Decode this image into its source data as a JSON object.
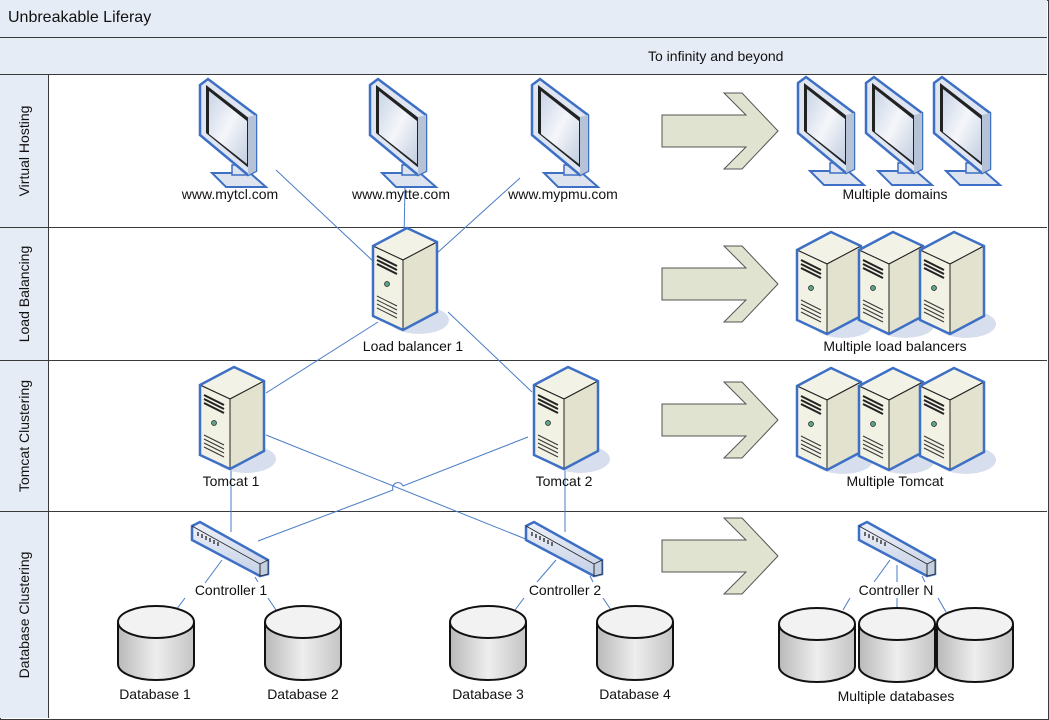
{
  "title": "Unbreakable Liferay",
  "phase_label": "To infinity and beyond",
  "lanes": [
    {
      "id": "virtual-hosting",
      "label": "Virtual Hosting"
    },
    {
      "id": "load-balancing",
      "label": "Load Balancing"
    },
    {
      "id": "tomcat-clustering",
      "label": "Tomcat Clustering"
    },
    {
      "id": "database-clustering",
      "label": "Database Clustering"
    }
  ],
  "nodes": {
    "domain1": "www.mytcl.com",
    "domain2": "www.mytte.com",
    "domain3": "www.mypmu.com",
    "multi_domains": "Multiple domains",
    "lb1": "Load balancer 1",
    "multi_lb": "Multiple load balancers",
    "tomcat1": "Tomcat  1",
    "tomcat2": "Tomcat  2",
    "multi_tomcat": "Multiple Tomcat",
    "controller1": "Controller 1",
    "controller2": "Controller 2",
    "controllerN": "Controller N",
    "db1": "Database 1",
    "db2": "Database 2",
    "db3": "Database 3",
    "db4": "Database 4",
    "multi_db": "Multiple databases"
  },
  "colors": {
    "header_bg": "#e6ecf6",
    "border": "#3a3a3a",
    "connector": "#4a7cc7",
    "arrow_fill": "#dfe3cf",
    "device_outline": "#3d6fc4",
    "server_body": "#e8e8d8",
    "db_fill": "#d8d8d8"
  }
}
